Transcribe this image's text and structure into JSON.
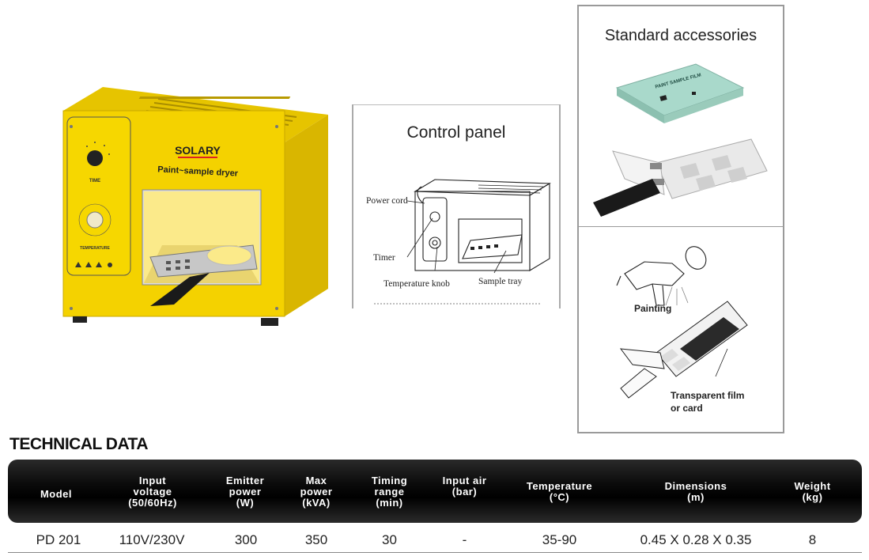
{
  "brand": "SOLARY",
  "device_label": "Paint~sample dryer",
  "knob_labels": {
    "time": "TIME",
    "temperature": "TEMPERATURE"
  },
  "control_panel": {
    "title": "Control panel",
    "labels": {
      "power_cord": "Power cord",
      "timer": "Timer",
      "temperature_knob": "Temperature knob",
      "sample_tray": "Sample tray"
    }
  },
  "accessories": {
    "title": "Standard accessories",
    "film_label": "PAINT SAMPLE FILM",
    "painting_label": "Painting",
    "film_card_label_1": "Transparent film",
    "film_card_label_2": "or card"
  },
  "technical": {
    "title": "TECHNICAL DATA",
    "headers": [
      [
        "Model"
      ],
      [
        "Input",
        "voltage",
        "(50/60Hz)"
      ],
      [
        "Emitter",
        "power",
        "(W)"
      ],
      [
        "Max",
        "power",
        "(kVA)"
      ],
      [
        "Timing",
        "range",
        "(min)"
      ],
      [
        "Input air",
        "(bar)"
      ],
      [
        "Temperature",
        "(°C)"
      ],
      [
        "Dimensions",
        "(m)"
      ],
      [
        "Weight",
        "(kg)"
      ]
    ],
    "row": [
      "PD 201",
      "110V/230V",
      "300",
      "350",
      "30",
      "-",
      "35-90",
      "0.45 X 0.28 X 0.35",
      "8"
    ]
  }
}
